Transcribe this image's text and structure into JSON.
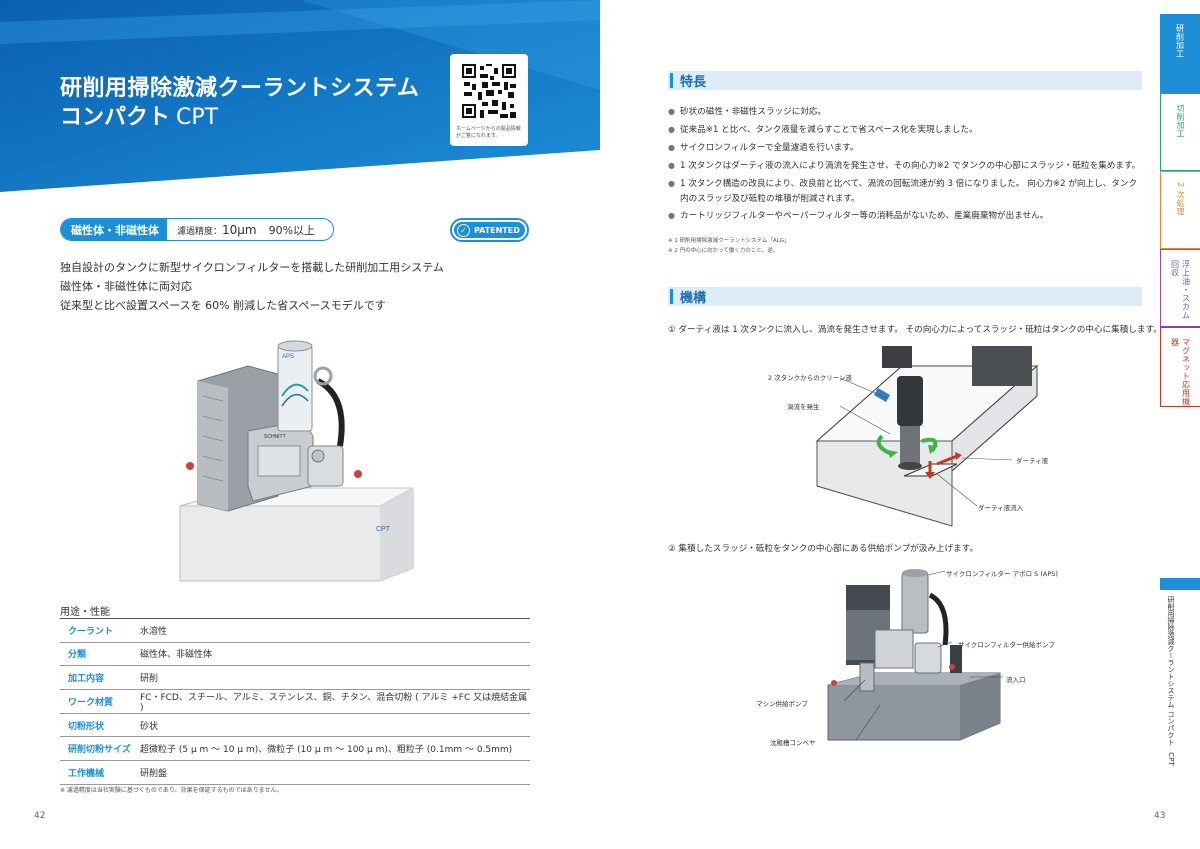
{
  "left_page": {
    "title_line1": "研削用掃除激減クーラントシステム",
    "title_line2": "コンパクト",
    "title_model": "CPT",
    "qr_caption": "ホームページからの製品情報がご覧になれます。",
    "tag_label": "磁性体・非磁性体",
    "tag_accuracy_label": "濾過精度：",
    "tag_accuracy_value": "10μm",
    "tag_accuracy_rate": "90%以上",
    "patent_label": "PATENTED",
    "intro_lines": [
      "独自設計のタンクに新型サイクロンフィルターを搭載した研削加工用システム",
      "磁性体・非磁性体に両対応",
      "従来型と比べ設置スペースを 60% 削減した省スペースモデルです"
    ],
    "machine_labels": {
      "pump_brand": "APS",
      "tank_brand": "CPT"
    },
    "spec_heading": "用途・性能",
    "spec_rows": [
      {
        "key": "クーラント",
        "value": "水溶性"
      },
      {
        "key": "分類",
        "value": "磁性体、非磁性体"
      },
      {
        "key": "加工内容",
        "value": "研削"
      },
      {
        "key": "ワーク材質",
        "value": "FC・FCD、スチール、アルミ、ステンレス、銅、チタン、混合切粉 ( アルミ +FC 又は焼結金属 )"
      },
      {
        "key": "切粉形状",
        "value": "砂状"
      },
      {
        "key": "研削切粉サイズ",
        "value": "超微粒子 (5 μ m 〜 10 μ m)、微粒子 (10 μ m 〜 100 μ m)、粗粒子 (0.1mm 〜 0.5mm)"
      },
      {
        "key": "工作機械",
        "value": "研削盤"
      }
    ],
    "spec_note": "※ 濾過精度は当社実験に基づくものであり、効果を保証するものではありません。",
    "page_number": "42"
  },
  "right_page": {
    "features_title": "特長",
    "features": [
      {
        "text": "砂状の磁性・非磁性スラッジに対応。"
      },
      {
        "text": "従来品※1 と比べ、タンク液量を減らすことで省スペース化を実現しました。"
      },
      {
        "text": "サイクロンフィルターで全量濾過を行います。"
      },
      {
        "text": "1 次タンクはダーティ液の流入により渦流を発生させ、その向心力※2 でタンクの中心部にスラッジ・砥粒を集めます。"
      },
      {
        "text": "1 次タンク構造の改良により、改良前と比べて、渦流の回転流速が約 3 倍になりました。 向心力※2 が向上し、タンク",
        "line2": "内のスラッジ及び砥粒の堆積が削減されます。"
      },
      {
        "text": "カートリッジフィルターやペーパーフィルター等の消耗品がないため、産業廃棄物が出ません。"
      }
    ],
    "footnotes": [
      "※ 1 研削用掃除激減クーラントシステム「ALG」",
      "※ 2 円の中心に向かって働く力のこと。逆。"
    ],
    "mechanism_title": "機構",
    "mechanism_step1": "① ダーティ液は 1 次タンクに流入し、渦流を発生させます。 その向心力によってスラッジ・砥粒はタンクの中心に集積します。",
    "mechanism_step2": "② 集積したスラッジ・砥粒をタンクの中心部にある供給ポンプが汲み上げます。",
    "diagram1_labels": {
      "clean": "2 次タンクからのクリーン液",
      "vortex": "渦流を発生",
      "dirty": "ダーティ液",
      "dirty_inflow": "ダーティ液流入"
    },
    "diagram2_labels": {
      "cyclone": "サイクロンフィルター アポロ S (APS)",
      "cyclone_pump": "サイクロンフィルター供給ポンプ",
      "inlet": "流入口",
      "machine_pump": "マシン供給ポンプ",
      "conveyor": "沈殿槽コンベヤ"
    },
    "page_number": "43"
  },
  "side_tabs": [
    {
      "label": "研削加工",
      "color": "#1e8fd6",
      "active": true
    },
    {
      "label": "切削加工",
      "color": "#2aa86a",
      "active": false
    },
    {
      "label": "2 次処理",
      "color": "#e08a3c",
      "active": false
    },
    {
      "label": "浮上油・スカム回収",
      "color": "#8a4fb0",
      "active": false
    },
    {
      "label": "マグネット応用機器",
      "color": "#c0392b",
      "active": false
    }
  ],
  "side_subtitle": "研削用掃除激減クーラントシステム\nコンパクト　CPT",
  "colors": {
    "brand_blue": "#1e8fd6",
    "title_blue": "#1e6fb0",
    "section_bg": "#dcecf8"
  }
}
